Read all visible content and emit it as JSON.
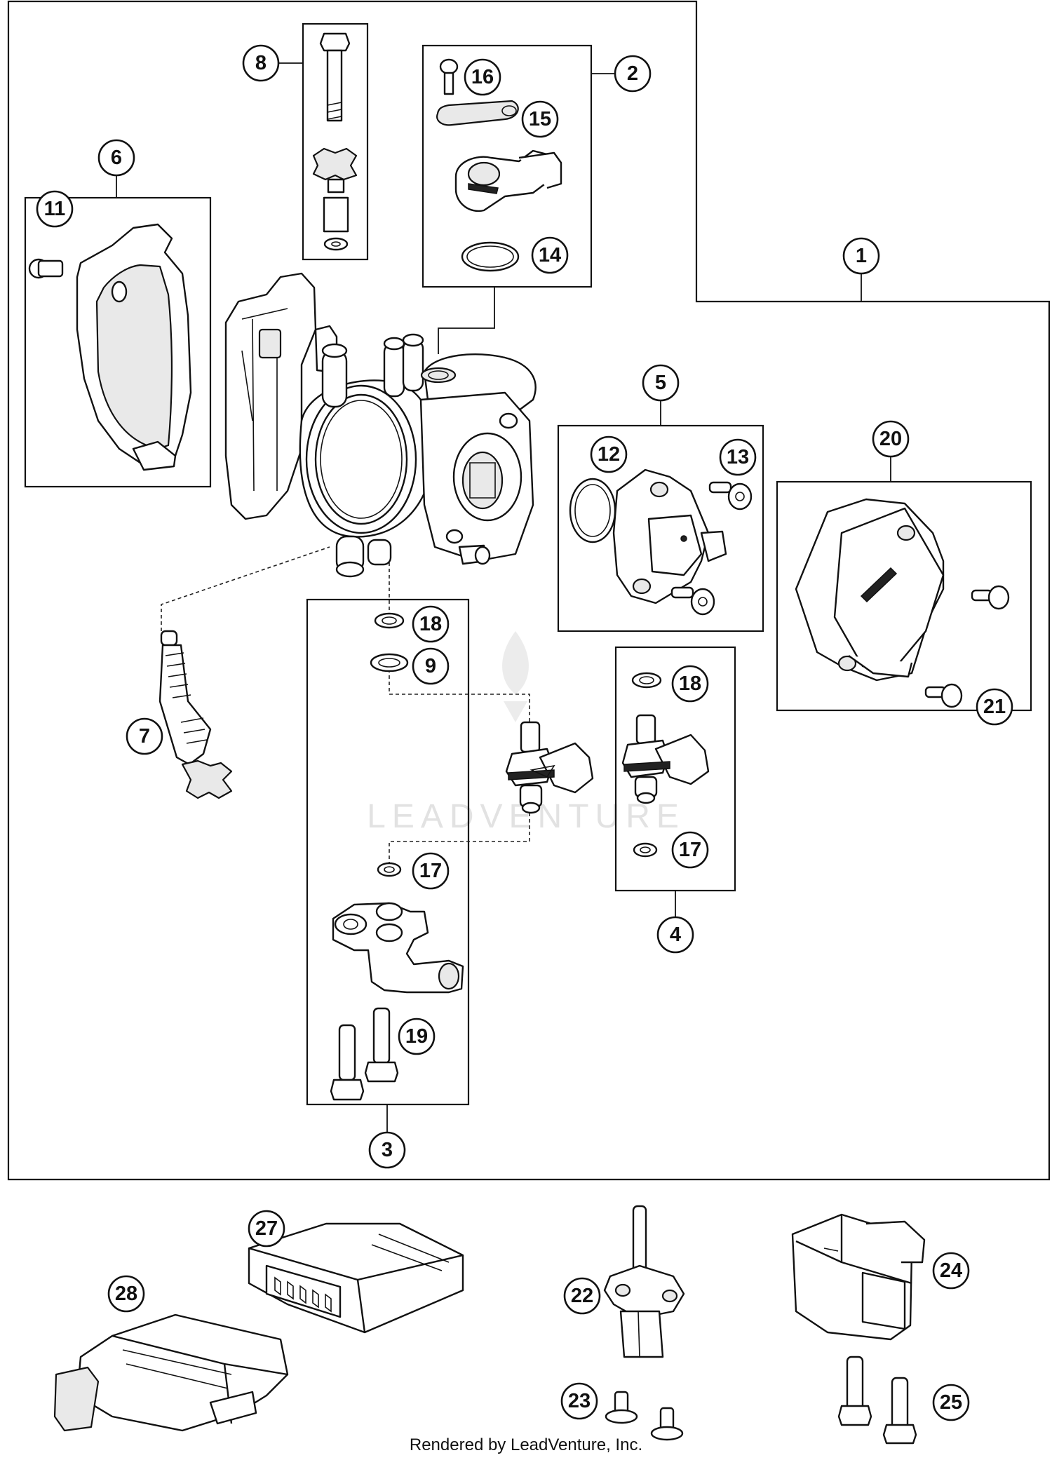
{
  "diagram": {
    "callouts": [
      {
        "id": "c1",
        "label": "1"
      },
      {
        "id": "c2",
        "label": "2"
      },
      {
        "id": "c3",
        "label": "3"
      },
      {
        "id": "c4",
        "label": "4"
      },
      {
        "id": "c5",
        "label": "5"
      },
      {
        "id": "c6",
        "label": "6"
      },
      {
        "id": "c7",
        "label": "7"
      },
      {
        "id": "c8",
        "label": "8"
      },
      {
        "id": "c9",
        "label": "9"
      },
      {
        "id": "c11",
        "label": "11"
      },
      {
        "id": "c12",
        "label": "12"
      },
      {
        "id": "c13",
        "label": "13"
      },
      {
        "id": "c14",
        "label": "14"
      },
      {
        "id": "c15",
        "label": "15"
      },
      {
        "id": "c16",
        "label": "16"
      },
      {
        "id": "c17a",
        "label": "17"
      },
      {
        "id": "c17b",
        "label": "17"
      },
      {
        "id": "c18a",
        "label": "18"
      },
      {
        "id": "c18b",
        "label": "18"
      },
      {
        "id": "c19",
        "label": "19"
      },
      {
        "id": "c20",
        "label": "20"
      },
      {
        "id": "c21",
        "label": "21"
      },
      {
        "id": "c22",
        "label": "22"
      },
      {
        "id": "c23",
        "label": "23"
      },
      {
        "id": "c24",
        "label": "24"
      },
      {
        "id": "c25",
        "label": "25"
      },
      {
        "id": "c27",
        "label": "27"
      },
      {
        "id": "c28",
        "label": "28"
      }
    ],
    "watermark": "LEADVENTURE",
    "footer": "Rendered by LeadVenture, Inc."
  }
}
